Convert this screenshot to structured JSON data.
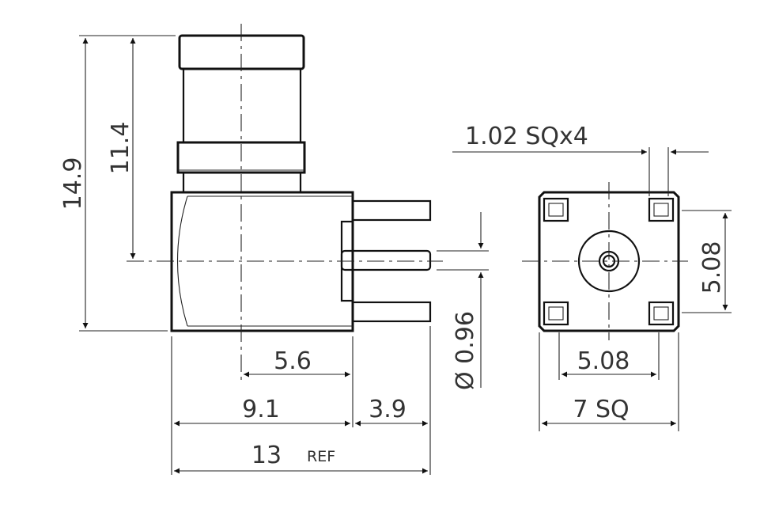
{
  "drawing": {
    "side_view": {
      "dims": {
        "overall_height": "14.9",
        "body_height": "11.4",
        "center_offset": "5.6",
        "body_length": "9.1",
        "pin_length": "3.9",
        "overall_length": "13",
        "overall_length_note": "REF",
        "pin_diameter": "Ø 0.96"
      }
    },
    "front_view": {
      "dims": {
        "pin_square": "1.02 SQx4",
        "pin_pitch_vertical": "5.08",
        "pin_pitch_horizontal": "5.08",
        "body_square": "7 SQ"
      }
    },
    "colors": {
      "line": "#111111",
      "text": "#333333",
      "background": "#ffffff"
    }
  }
}
